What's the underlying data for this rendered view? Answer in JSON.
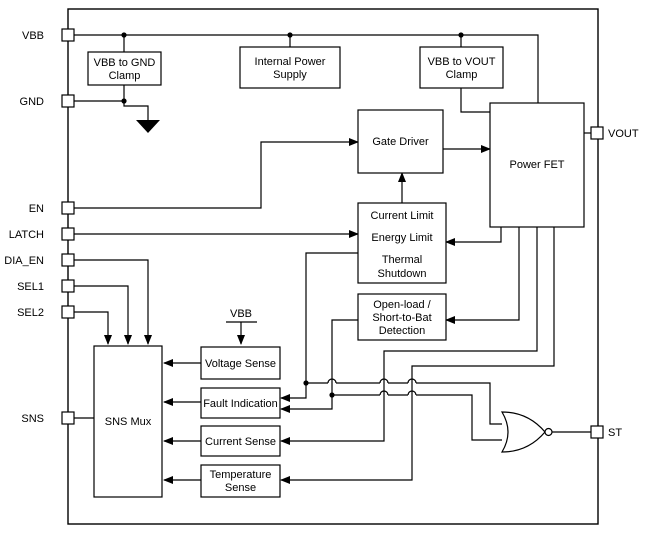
{
  "pins": {
    "vbb": "VBB",
    "gnd": "GND",
    "en": "EN",
    "latch": "LATCH",
    "dia_en": "DIA_EN",
    "sel1": "SEL1",
    "sel2": "SEL2",
    "sns": "SNS",
    "vout": "VOUT",
    "st": "ST"
  },
  "blocks": {
    "vbb_gnd_clamp": [
      "VBB to GND",
      "Clamp"
    ],
    "internal_power_supply": [
      "Internal Power",
      "Supply"
    ],
    "vbb_vout_clamp": [
      "VBB to VOUT",
      "Clamp"
    ],
    "gate_driver": "Gate Driver",
    "power_fet": "Power FET",
    "protection": [
      "Current Limit",
      "Energy Limit",
      "Thermal",
      "Shutdown"
    ],
    "open_load": [
      "Open-load /",
      "Short-to-Bat",
      "Detection"
    ],
    "voltage_sense": "Voltage Sense",
    "fault_indication": "Fault Indication",
    "current_sense": "Current Sense",
    "temperature_sense": [
      "Temperature",
      "Sense"
    ],
    "sns_mux": "SNS Mux",
    "vbb_ref": "VBB"
  }
}
